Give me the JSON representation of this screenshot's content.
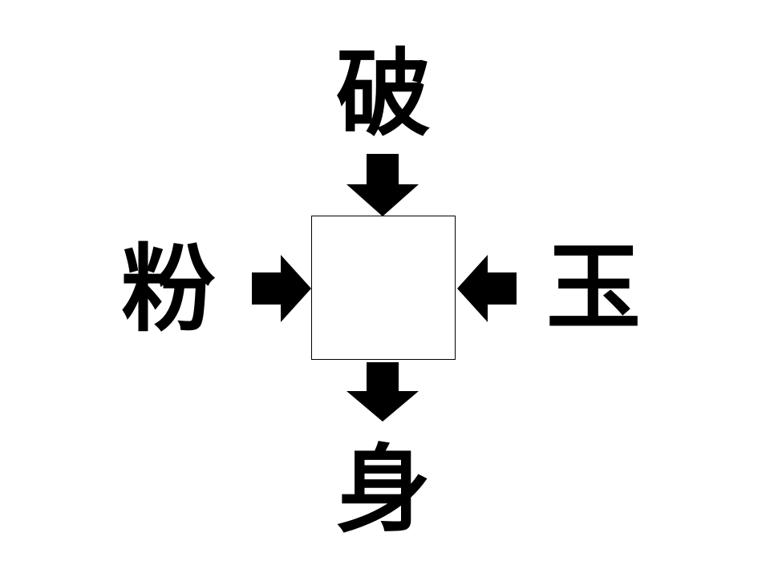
{
  "puzzle": {
    "top_kanji": "破",
    "left_kanji": "粉",
    "right_kanji": "玉",
    "bottom_kanji": "身",
    "answer": ""
  },
  "colors": {
    "ink": "#000000",
    "background": "#ffffff"
  },
  "icons": {
    "arrow_top": "arrow-down-icon",
    "arrow_bottom": "arrow-down-icon",
    "arrow_left": "arrow-right-icon",
    "arrow_right": "arrow-left-icon"
  }
}
